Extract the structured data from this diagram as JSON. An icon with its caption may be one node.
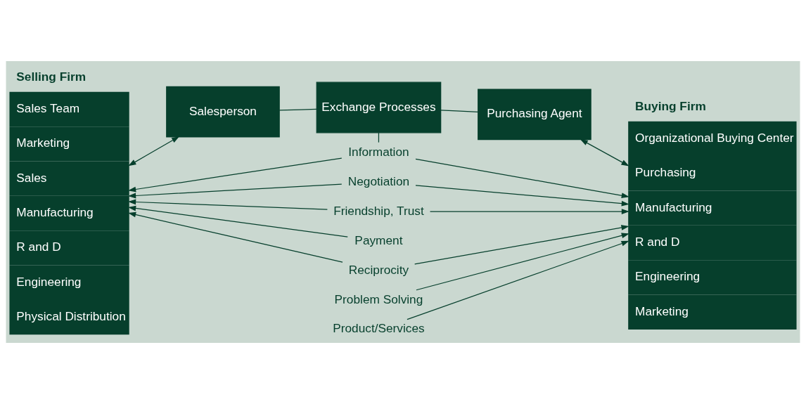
{
  "diagram": {
    "nodes": [
      {
        "text": [
          "Selling Firm",
          "Sales Team",
          "Marketing",
          "Sales",
          "Manufacturing",
          "R and D",
          "Engineering",
          "Physical Distribution"
        ]
      },
      {
        "text": [
          "Salesperson"
        ]
      },
      {
        "text": [
          "Exchange Processes"
        ]
      },
      {
        "text": [
          "Purchasing Agent"
        ]
      },
      {
        "text": [
          "Buying Firm",
          "Organizational Buying Center",
          "Purchasing",
          "Manufacturing",
          "R and D",
          "Engineering",
          "Marketing"
        ]
      },
      {
        "text": [
          "Information"
        ]
      },
      {
        "text": [
          "Problem Solving"
        ]
      },
      {
        "text": [
          "Negotiation"
        ]
      },
      {
        "text": [
          "Friendship, Trust"
        ]
      },
      {
        "text": [
          "Product/Services"
        ]
      },
      {
        "text": [
          "Payment"
        ]
      },
      {
        "text": [
          "Reciprocity"
        ]
      }
    ],
    "edges": [
      {
        "from": 0,
        "to": 1,
        "arrow": "both"
      },
      {
        "from": 1,
        "to": 2,
        "arrow": "none"
      },
      {
        "from": 2,
        "to": 3,
        "arrow": "none"
      },
      {
        "from": 3,
        "to": 4,
        "arrow": "both"
      },
      {
        "from": 2,
        "to": 5,
        "arrow": "none"
      },
      {
        "from": 5,
        "to": 0,
        "arrow": "to"
      },
      {
        "from": 5,
        "to": 4,
        "arrow": "to"
      },
      {
        "from": 6,
        "to": 4,
        "arrow": "to"
      },
      {
        "from": 7,
        "to": 0,
        "arrow": "to"
      },
      {
        "from": 7,
        "to": 4,
        "arrow": "to"
      },
      {
        "from": 8,
        "to": 0,
        "arrow": "to"
      },
      {
        "from": 8,
        "to": 4,
        "arrow": "to"
      },
      {
        "from": 9,
        "to": 4,
        "arrow": "to"
      },
      {
        "from": 10,
        "to": 0,
        "arrow": "to"
      },
      {
        "from": 11,
        "to": 0,
        "arrow": "to"
      },
      {
        "from": 11,
        "to": 4,
        "arrow": "to"
      }
    ]
  }
}
